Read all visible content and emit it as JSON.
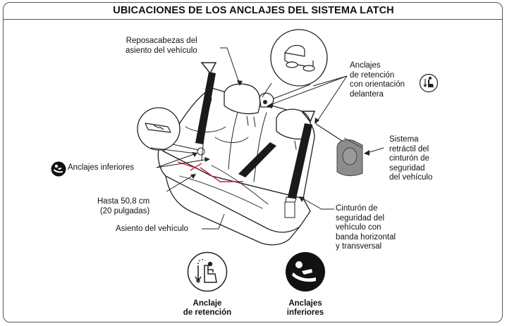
{
  "title": "UBICACIONES DE LOS ANCLAJES DEL SISTEMA LATCH",
  "labels": {
    "headrest": "Reposacabezas del\nasiento del vehículo",
    "tether_anchors": "Anclajes\nde retención\ncon orientación\ndelantera",
    "retractor": "Sistema\nretráctil del\ncinturón de\nseguridad\ndel vehículo",
    "lower_anchors": "Anclajes inferiores",
    "distance": "Hasta 50,8 cm\n(20 pulgadas)",
    "seat": "Asiento del vehículo",
    "lap_shoulder_belt": "Cinturón de\nseguridad del\nvehículo con\nbanda horizontal\ny transversal"
  },
  "legend": {
    "tether": "Anclaje\nde retención",
    "lower": "Anclajes\ninferiores"
  },
  "colors": {
    "accent_red": "#d81e3c",
    "belt": "#1a1a1a",
    "retractor_gray": "#8c8c8c"
  },
  "icons": [
    "tether-anchor-icon",
    "lower-anchors-icon"
  ]
}
